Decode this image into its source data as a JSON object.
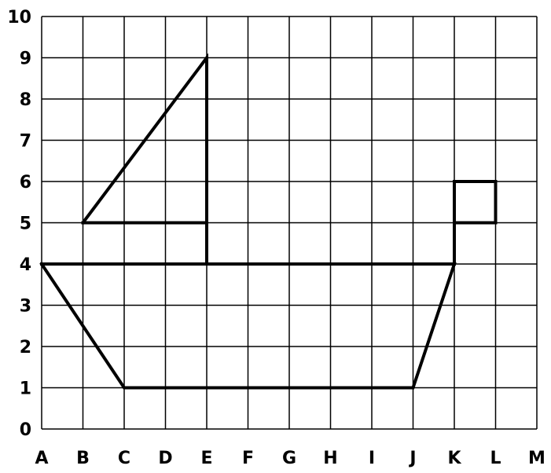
{
  "grid": {
    "x_labels": [
      "A",
      "B",
      "C",
      "D",
      "E",
      "F",
      "G",
      "H",
      "I",
      "J",
      "K",
      "L",
      "M"
    ],
    "y_labels": [
      "0",
      "1",
      "2",
      "3",
      "4",
      "5",
      "6",
      "7",
      "8",
      "9",
      "10"
    ],
    "line_color": "#000000",
    "shape_color": "#000000"
  },
  "shapes": [
    {
      "name": "sail-triangle",
      "points": [
        [
          1,
          5
        ],
        [
          4,
          9
        ],
        [
          4,
          5
        ],
        [
          1,
          5
        ]
      ]
    },
    {
      "name": "mast",
      "points": [
        [
          4,
          5
        ],
        [
          4,
          4
        ]
      ]
    },
    {
      "name": "hull",
      "points": [
        [
          0,
          4
        ],
        [
          10,
          4
        ],
        [
          9,
          1
        ],
        [
          2,
          1
        ],
        [
          0,
          4
        ]
      ]
    },
    {
      "name": "chimney-stem",
      "points": [
        [
          10,
          4
        ],
        [
          10,
          6
        ]
      ]
    },
    {
      "name": "flag-square",
      "points": [
        [
          10,
          6
        ],
        [
          11,
          6
        ],
        [
          11,
          5
        ],
        [
          10,
          5
        ]
      ]
    }
  ]
}
